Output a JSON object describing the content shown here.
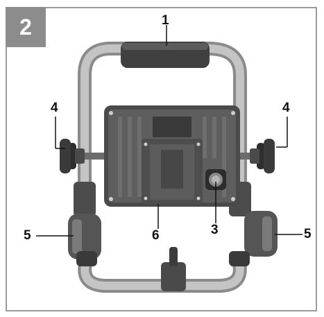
{
  "figure_number": "2",
  "callouts": [
    {
      "id": "handle",
      "label": "1"
    },
    {
      "id": "knob-left",
      "label": "4"
    },
    {
      "id": "knob-right",
      "label": "4"
    },
    {
      "id": "hinge-left",
      "label": "5"
    },
    {
      "id": "hinge-right",
      "label": "5"
    },
    {
      "id": "battery-mount",
      "label": "6"
    },
    {
      "id": "power-button",
      "label": "3"
    }
  ],
  "colors": {
    "frame": "#9a9a9a",
    "badge": "#8c8c8c",
    "metal": "#b9b9b9",
    "dark": "#3c3c3c",
    "body": "#5a5a5a"
  }
}
